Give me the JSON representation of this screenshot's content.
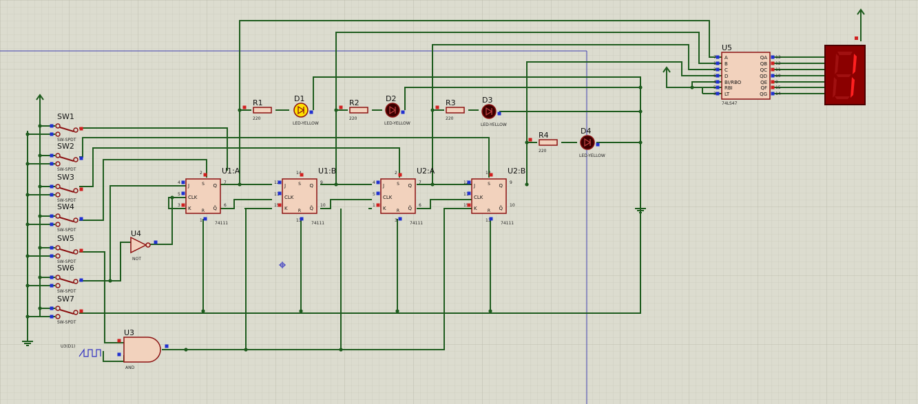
{
  "switches": [
    {
      "ref": "SW1",
      "value": "SW-SPDT"
    },
    {
      "ref": "SW2",
      "value": "SW-SPDT"
    },
    {
      "ref": "SW3",
      "value": "SW-SPDT"
    },
    {
      "ref": "SW4",
      "value": "SW-SPDT"
    },
    {
      "ref": "SW5",
      "value": "SW-SPDT"
    },
    {
      "ref": "SW6",
      "value": "SW-SPDT"
    },
    {
      "ref": "SW7",
      "value": "SW-SPDT"
    }
  ],
  "resistors": [
    {
      "ref": "R1",
      "value": "220"
    },
    {
      "ref": "R2",
      "value": "220"
    },
    {
      "ref": "R3",
      "value": "220"
    },
    {
      "ref": "R4",
      "value": "220"
    }
  ],
  "leds": [
    {
      "ref": "D1",
      "value": "LED-YELLOW",
      "lit": true
    },
    {
      "ref": "D2",
      "value": "LED-YELLOW",
      "lit": false
    },
    {
      "ref": "D3",
      "value": "LED-YELLOW",
      "lit": false
    },
    {
      "ref": "D4",
      "value": "LED-YELLOW",
      "lit": false
    }
  ],
  "flipflops": [
    {
      "ref": "U1:A",
      "part": "74111",
      "pin_j": "4",
      "pin_clk": "5",
      "pin_k": "3",
      "pin_s": "2",
      "pin_r": "1",
      "pin_q": "7",
      "pin_qn": "6"
    },
    {
      "ref": "U1:B",
      "part": "74111",
      "pin_j": "12",
      "pin_clk": "11",
      "pin_k": "15",
      "pin_s": "14",
      "pin_r": "13",
      "pin_q": "9",
      "pin_qn": "10"
    },
    {
      "ref": "U2:A",
      "part": "74111",
      "pin_j": "4",
      "pin_clk": "5",
      "pin_k": "1",
      "pin_s": "2",
      "pin_r": "3",
      "pin_q": "7",
      "pin_qn": "6"
    },
    {
      "ref": "U2:B",
      "part": "74111",
      "pin_j": "12",
      "pin_clk": "11",
      "pin_k": "15",
      "pin_s": "14",
      "pin_r": "13",
      "pin_q": "9",
      "pin_qn": "10"
    }
  ],
  "gates": {
    "not": {
      "ref": "U4",
      "type": "NOT"
    },
    "and": {
      "ref": "U3",
      "type": "AND"
    }
  },
  "clock_source": {
    "label": "U3(D1)"
  },
  "decoder": {
    "ref": "U5",
    "part": "74LS47",
    "inputs": [
      {
        "pin": "7",
        "name": "A"
      },
      {
        "pin": "1",
        "name": "B"
      },
      {
        "pin": "2",
        "name": "C"
      },
      {
        "pin": "6",
        "name": "D"
      },
      {
        "pin": "4",
        "name": "BI/RBO"
      },
      {
        "pin": "5",
        "name": "RBI"
      },
      {
        "pin": "3",
        "name": "LT"
      }
    ],
    "outputs": [
      {
        "pin": "13",
        "name": "QA"
      },
      {
        "pin": "12",
        "name": "QB"
      },
      {
        "pin": "11",
        "name": "QC"
      },
      {
        "pin": "10",
        "name": "QD"
      },
      {
        "pin": "9",
        "name": "QE"
      },
      {
        "pin": "15",
        "name": "QF"
      },
      {
        "pin": "14",
        "name": "QG"
      }
    ]
  },
  "display": {
    "digit": "1"
  },
  "pin_labels": {
    "j": "J",
    "clk": "CLK",
    "k": "K",
    "q": "Q",
    "qn": "Q̄",
    "s": "S",
    "r": "R"
  },
  "colors": {
    "background": "#dcdccf",
    "wire": "#1d5b1d",
    "component": "#8b1010",
    "component_fill": "#f2d2bd",
    "led_on": "#ffe000",
    "display_bg": "#8b0000",
    "display_segment_on": "#ff2020"
  }
}
